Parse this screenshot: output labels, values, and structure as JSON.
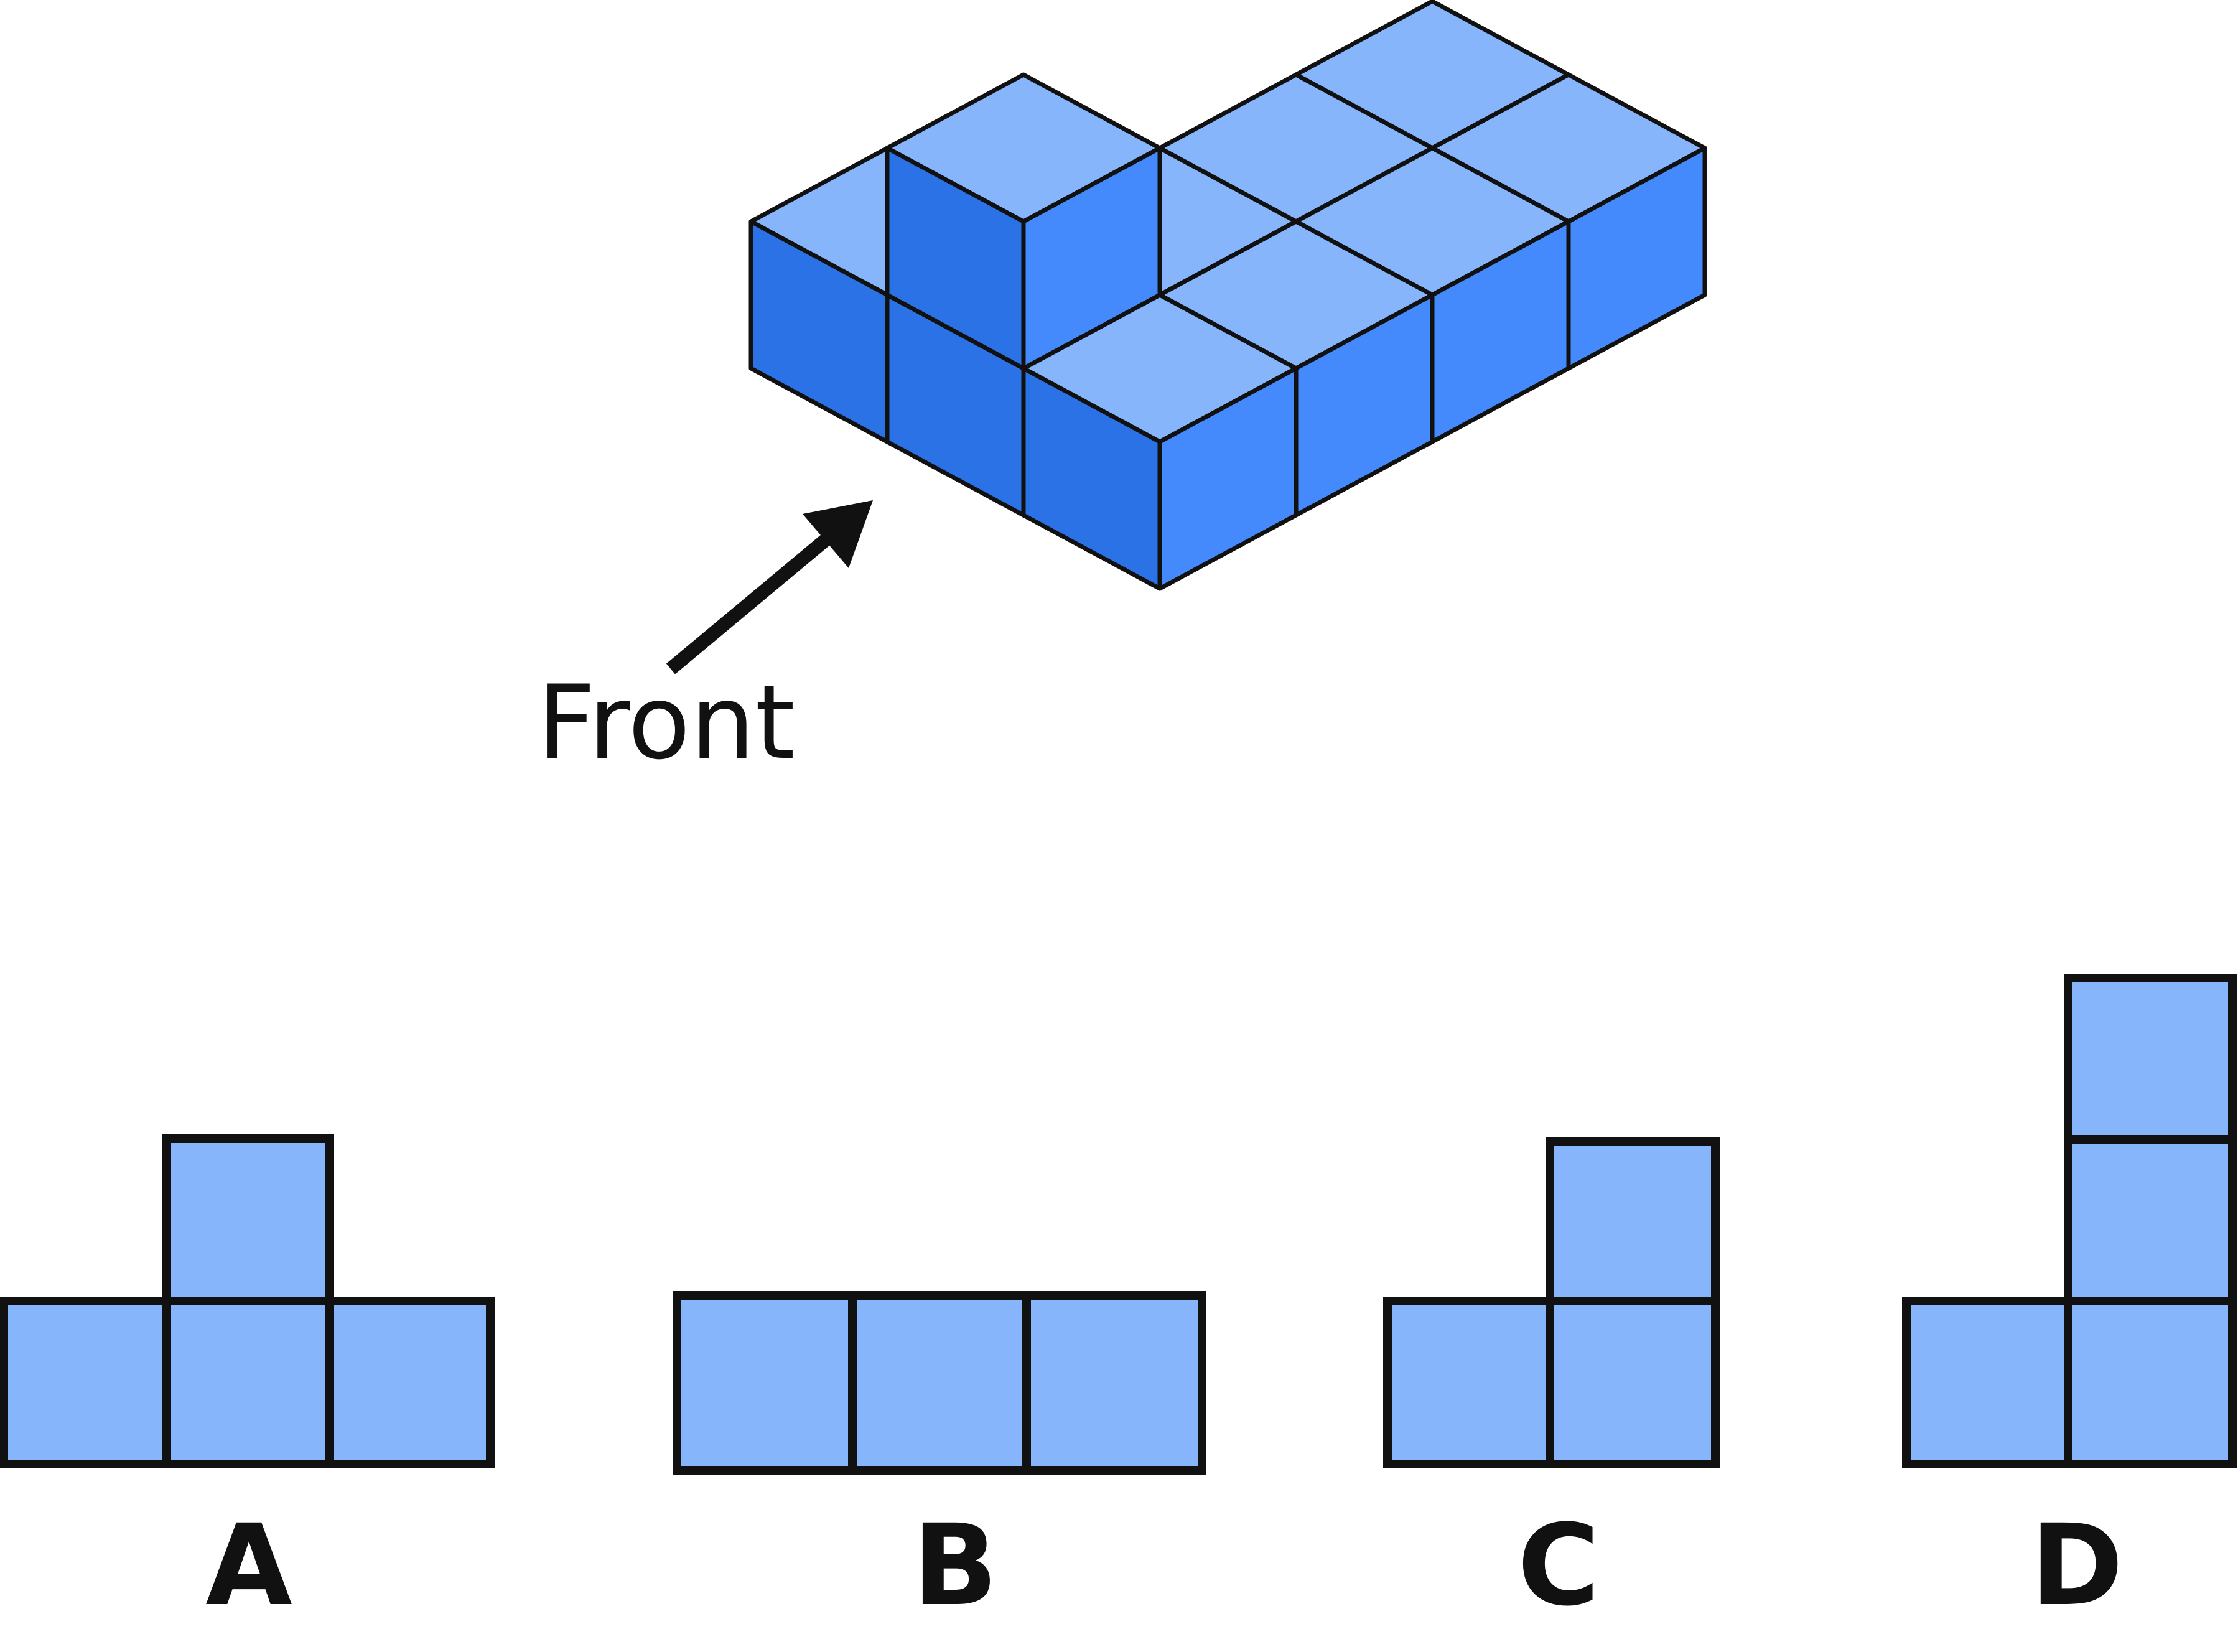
{
  "colors": {
    "top_face": "#86B5FC",
    "left_face": "#2B72E6",
    "right_face": "#458AFD",
    "view_square": "#86B5FC",
    "outline": "#111111"
  },
  "direction": {
    "label": "Front"
  },
  "options": [
    {
      "label": "A"
    },
    {
      "label": "B"
    },
    {
      "label": "C"
    },
    {
      "label": "D"
    }
  ]
}
